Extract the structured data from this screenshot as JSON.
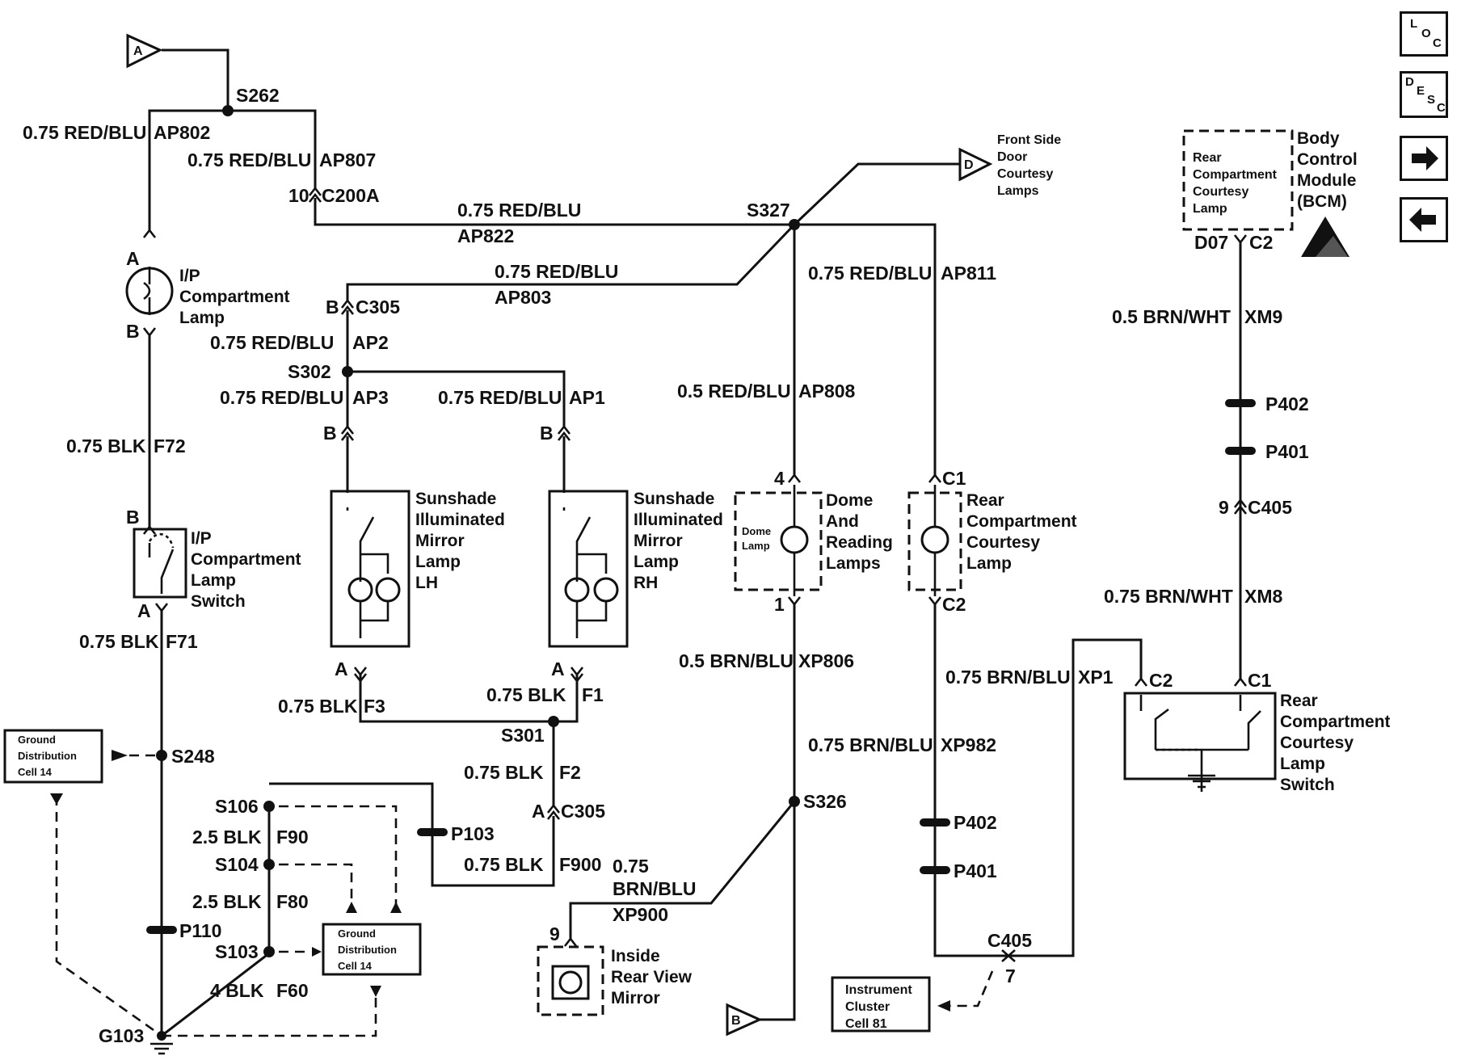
{
  "navigation": {
    "loc": {
      "l1": "L",
      "l2": "O",
      "l3": "C"
    },
    "desc": {
      "l1": "D",
      "l2": "E",
      "l3": "S",
      "l4": "C"
    },
    "next_icon": "arrow-right-icon",
    "prev_icon": "arrow-left-icon"
  },
  "refs": {
    "a": "A",
    "b": "B",
    "d": "D"
  },
  "splices": {
    "s262": "S262",
    "s327": "S327",
    "s302": "S302",
    "s301": "S301",
    "s248": "S248",
    "s106": "S106",
    "s104": "S104",
    "s103": "S103",
    "s326": "S326"
  },
  "wires": {
    "ap802": {
      "gauge": "0.75 RED/BLU",
      "circuit": "AP802"
    },
    "ap807": {
      "gauge": "0.75 RED/BLU",
      "circuit": "AP807"
    },
    "ap822": {
      "gauge": "0.75 RED/BLU",
      "circuit": "AP822"
    },
    "ap803": {
      "gauge": "0.75 RED/BLU",
      "circuit": "AP803"
    },
    "ap811": {
      "gauge": "0.75 RED/BLU",
      "circuit": "AP811"
    },
    "ap2": {
      "gauge": "0.75 RED/BLU",
      "circuit": "AP2"
    },
    "ap3": {
      "gauge": "0.75 RED/BLU",
      "circuit": "AP3"
    },
    "ap1": {
      "gauge": "0.75 RED/BLU",
      "circuit": "AP1"
    },
    "ap808": {
      "gauge": "0.5 RED/BLU",
      "circuit": "AP808"
    },
    "f72": {
      "gauge": "0.75 BLK",
      "circuit": "F72"
    },
    "f71": {
      "gauge": "0.75 BLK",
      "circuit": "F71"
    },
    "f3": {
      "gauge": "0.75 BLK",
      "circuit": "F3"
    },
    "f1": {
      "gauge": "0.75 BLK",
      "circuit": "F1"
    },
    "f2": {
      "gauge": "0.75 BLK",
      "circuit": "F2"
    },
    "f90": {
      "gauge": "2.5 BLK",
      "circuit": "F90"
    },
    "f80": {
      "gauge": "2.5 BLK",
      "circuit": "F80"
    },
    "f60": {
      "gauge": "4 BLK",
      "circuit": "F60"
    },
    "f900": {
      "gauge": "0.75 BLK",
      "circuit": "F900"
    },
    "xp806": {
      "gauge": "0.5 BRN/BLU",
      "circuit": "XP806"
    },
    "xp900": {
      "gauge1": "0.75",
      "gauge2": "BRN/BLU",
      "circuit": "XP900"
    },
    "xp1": {
      "gauge": "0.75 BRN/BLU",
      "circuit": "XP1"
    },
    "xp982": {
      "gauge": "0.75 BRN/BLU",
      "circuit": "XP982"
    },
    "xm9": {
      "gauge": "0.5 BRN/WHT",
      "circuit": "XM9"
    },
    "xm8": {
      "gauge": "0.75 BRN/WHT",
      "circuit": "XM8"
    }
  },
  "connectors": {
    "c200a": {
      "pin": "10",
      "name": "C200A"
    },
    "c305_b": {
      "pin": "B",
      "name": "C305"
    },
    "c305_a": {
      "pin": "A",
      "name": "C305"
    },
    "c405_9": {
      "pin": "9",
      "name": "C405"
    },
    "c405_7": {
      "pin": "7",
      "name": "C405"
    },
    "p402": "P402",
    "p401": "P401",
    "p103": "P103",
    "p110": "P110",
    "bcm_d07": "D07",
    "bcm_c2": "C2",
    "ip_lamp_a": "A",
    "ip_lamp_b": "B",
    "ip_sw_b": "B",
    "ip_sw_a": "A",
    "lh_b": "B",
    "lh_a": "A",
    "rh_b": "B",
    "rh_a": "A",
    "dome_4": "4",
    "dome_1": "1",
    "rcl_c1": "C1",
    "rcl_c2": "C2",
    "sw_c2": "C2",
    "sw_c1": "C1",
    "mirror_9": "9"
  },
  "grounds": {
    "g103": "G103"
  },
  "components": {
    "ip_lamp": [
      "I/P",
      "Compartment",
      "Lamp"
    ],
    "ip_switch": [
      "I/P",
      "Compartment",
      "Lamp",
      "Switch"
    ],
    "lh_mirror": [
      "Sunshade",
      "Illuminated",
      "Mirror",
      "Lamp",
      "LH"
    ],
    "rh_mirror": [
      "Sunshade",
      "Illuminated",
      "Mirror",
      "Lamp",
      "RH"
    ],
    "dome": [
      "Dome",
      "And",
      "Reading",
      "Lamps"
    ],
    "dome_inner": [
      "Dome",
      "Lamp"
    ],
    "rear_lamp": [
      "Rear",
      "Compartment",
      "Courtesy",
      "Lamp"
    ],
    "bcm": [
      "Body",
      "Control",
      "Module",
      "(BCM)"
    ],
    "bcm_inner": [
      "Rear",
      "Compartment",
      "Courtesy",
      "Lamp"
    ],
    "rear_switch": [
      "Rear",
      "Compartment",
      "Courtesy",
      "Lamp",
      "Switch"
    ],
    "inside_mirror": [
      "Inside",
      "Rear View",
      "Mirror"
    ],
    "front_door": [
      "Front Side",
      "Door",
      "Courtesy",
      "Lamps"
    ],
    "ground_dist_1": [
      "Ground",
      "Distribution",
      "Cell 14"
    ],
    "ground_dist_2": [
      "Ground",
      "Distribution",
      "Cell 14"
    ],
    "instrument_cluster": [
      "Instrument",
      "Cluster",
      "Cell 81"
    ]
  },
  "icons": {
    "esd": "esd-warning-icon",
    "lamp": "lamp-bulb-icon",
    "ground": "ground-symbol-icon"
  }
}
